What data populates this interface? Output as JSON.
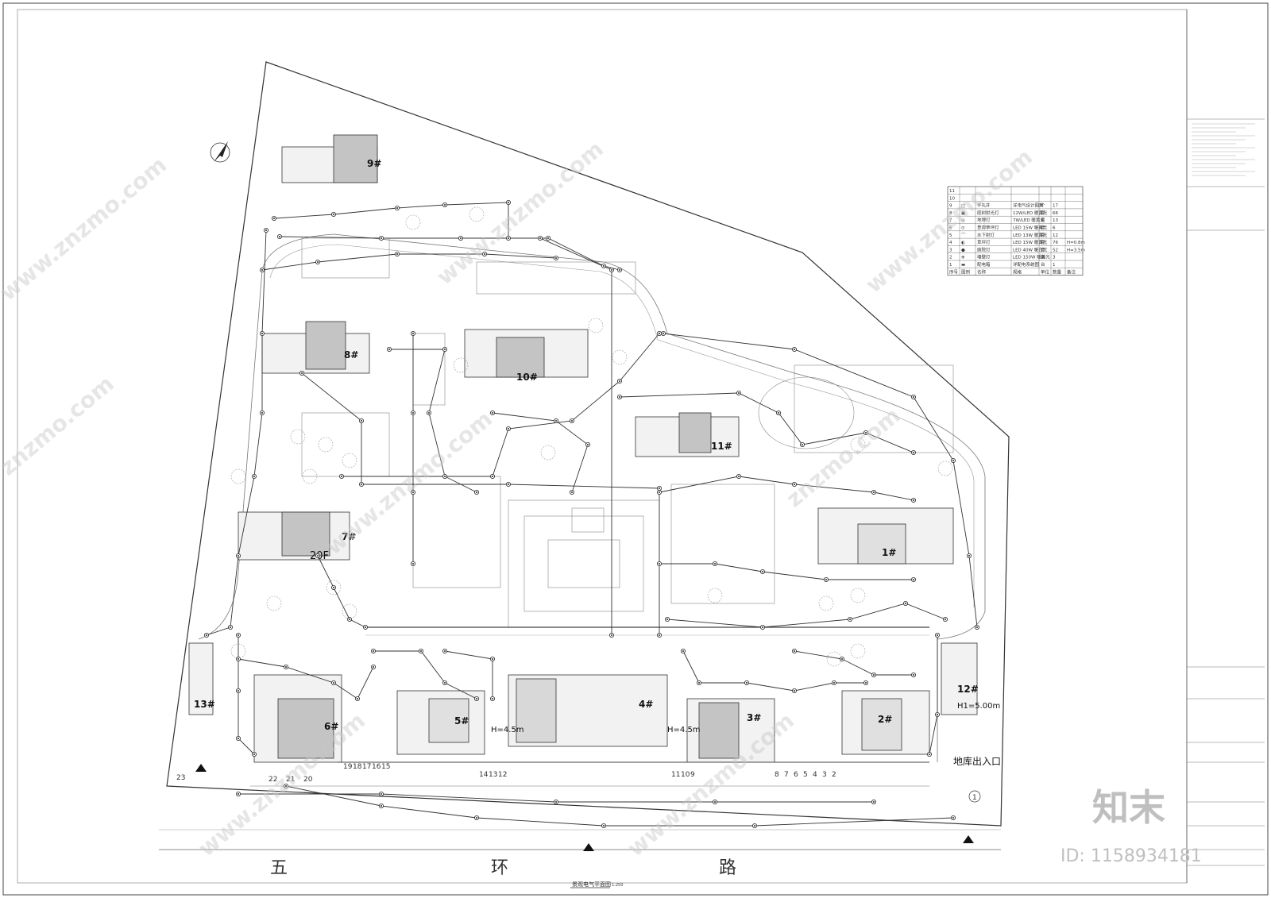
{
  "drawing": {
    "title": "景观电气平面图",
    "scale": "1:250"
  },
  "road": {
    "chars": [
      "五",
      "环",
      "路"
    ]
  },
  "buildings": [
    {
      "id": "b9",
      "label": "9#"
    },
    {
      "id": "b8",
      "label": "8#"
    },
    {
      "id": "b10",
      "label": "10#"
    },
    {
      "id": "b11",
      "label": "11#"
    },
    {
      "id": "b7",
      "label": "7#"
    },
    {
      "id": "b7f",
      "label": "20F"
    },
    {
      "id": "b1",
      "label": "1#"
    },
    {
      "id": "b12",
      "label": "12#"
    },
    {
      "id": "b12h",
      "label": "H1=5.00m"
    },
    {
      "id": "b13",
      "label": "13#"
    },
    {
      "id": "b6",
      "label": "6#"
    },
    {
      "id": "b5",
      "label": "5#"
    },
    {
      "id": "b4",
      "label": "4#"
    },
    {
      "id": "b3",
      "label": "3#"
    },
    {
      "id": "b2",
      "label": "2#"
    },
    {
      "id": "h45a",
      "label": "H=4.5m"
    },
    {
      "id": "h45b",
      "label": "H=4.5m"
    }
  ],
  "garage_exit": "地库出入口",
  "parking_numbers": {
    "row_a": [
      "19",
      "18",
      "17",
      "16",
      "15"
    ],
    "row_b": [
      "22",
      "21",
      "20"
    ],
    "row_c": [
      "14",
      "13",
      "12"
    ],
    "row_d": [
      "11",
      "10",
      "9"
    ],
    "row_e": [
      "8",
      "7",
      "6",
      "5",
      "4",
      "3",
      "2"
    ],
    "single": "23",
    "circle": "1"
  },
  "legend": {
    "rows": [
      {
        "no": "11",
        "symbol": "",
        "name": "",
        "spec": "",
        "unit": "",
        "qty": "",
        "note": ""
      },
      {
        "no": "10",
        "symbol": "",
        "name": "",
        "spec": "",
        "unit": "",
        "qty": "",
        "note": ""
      },
      {
        "no": "9",
        "symbol": "□",
        "name": "手孔井",
        "spec": "详电气设计图集",
        "unit": "个",
        "qty": "17",
        "note": ""
      },
      {
        "no": "8",
        "symbol": "▣",
        "name": "庭树射光灯",
        "spec": "12W/LED 暖黄光",
        "unit": "套",
        "qty": "66",
        "note": ""
      },
      {
        "no": "7",
        "symbol": "◎",
        "name": "地埋灯",
        "spec": "7W/LED 暖黄光",
        "unit": "套",
        "qty": "13",
        "note": ""
      },
      {
        "no": "6",
        "symbol": "⊙",
        "name": "景观草坪灯",
        "spec": "LED 15W 暖黄光",
        "unit": "套",
        "qty": "6",
        "note": ""
      },
      {
        "no": "5",
        "symbol": "⌒",
        "name": "水下射灯",
        "spec": "LED 13W 暖黄光",
        "unit": "套",
        "qty": "12",
        "note": ""
      },
      {
        "no": "4",
        "symbol": "◐",
        "name": "草坪灯",
        "spec": "LED 15W 暖黄光",
        "unit": "套",
        "qty": "76",
        "note": "H=0.8m"
      },
      {
        "no": "3",
        "symbol": "●",
        "name": "庭院灯",
        "spec": "LED 40W 暖白光",
        "unit": "套",
        "qty": "52",
        "note": "H=3.5m"
      },
      {
        "no": "2",
        "symbol": "⊕",
        "name": "墙壁灯",
        "spec": "LED 150W 暖黄光",
        "unit": "套",
        "qty": "3",
        "note": ""
      },
      {
        "no": "1",
        "symbol": "▬",
        "name": "配电箱",
        "spec": "详配电系统图",
        "unit": "台",
        "qty": "1",
        "note": ""
      }
    ],
    "header": [
      "序号",
      "图例",
      "名称",
      "规格",
      "单位",
      "数量",
      "备注"
    ]
  },
  "watermarks": [
    "www.znzmo.com",
    "www.znzmo.com",
    "www.znzmo.com",
    "znzmo.com",
    "www.znzmo.com",
    "znzmo.com",
    "www.znzmo.com",
    "www.znzmo.com"
  ],
  "brand": {
    "logo": "知末",
    "id": "ID: 1158934181"
  },
  "colors": {
    "line": "#333333",
    "light": "#888888",
    "fill": "#bdbdbd",
    "watermark": "#c8c8c8"
  }
}
